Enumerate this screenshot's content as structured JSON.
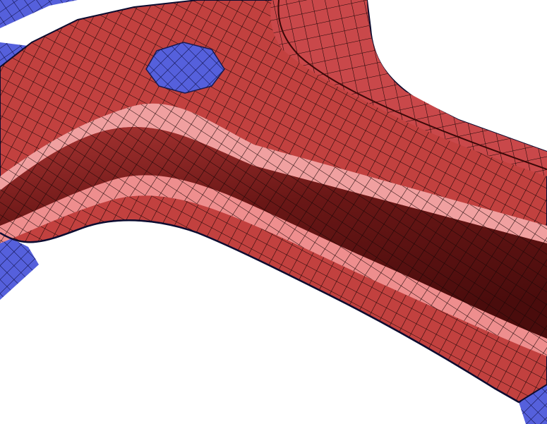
{
  "scene": {
    "description_visible_text": "",
    "colors": {
      "background": "#ffffff",
      "part_red_base": "#c2413f",
      "part_red_light": "#e8787a",
      "part_red_highlight": "#f6a0a2",
      "part_red_mid": "#a83432",
      "part_red_dark": "#6a1716",
      "part_red_darkest": "#4a0c0c",
      "part_blue": "#5560dc",
      "part_blue_dark": "#2e36a8",
      "mesh_edge": "#1a0606",
      "outline": "#0c0c30"
    },
    "components": [
      {
        "name": "red-shell",
        "color_key": "part_red_base"
      },
      {
        "name": "blue-flange-left",
        "color_key": "part_blue"
      },
      {
        "name": "blue-hole-patch",
        "color_key": "part_blue"
      },
      {
        "name": "blue-flange-right",
        "color_key": "part_blue"
      }
    ]
  }
}
